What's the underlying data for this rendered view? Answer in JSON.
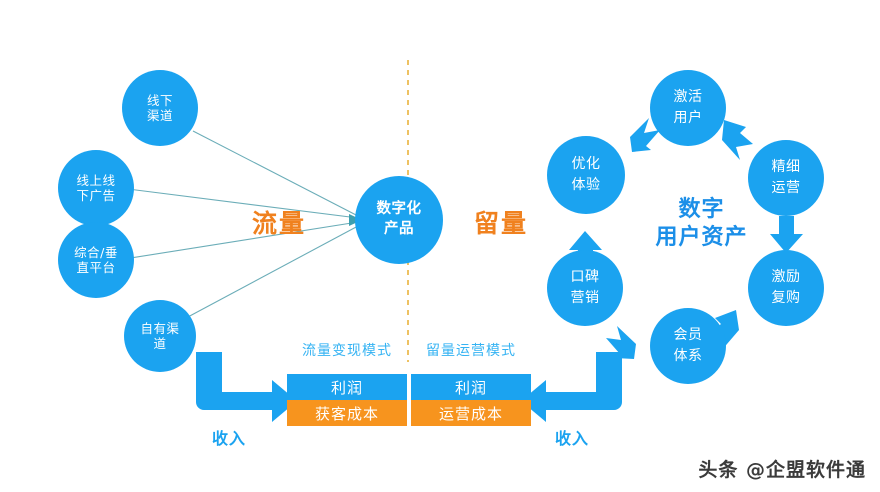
{
  "diagram": {
    "title_watermark": "头条 @企盟软件通",
    "divider": {
      "color": "#E9B33C",
      "style": "dashed-vertical"
    },
    "palette": {
      "blue": "#1BA3F0",
      "orange": "#F7941E",
      "flow_label_orange": "#F0811E",
      "line_teal": "#5AA9B5",
      "asset_blue": "#1C8FE8",
      "table_header_blue": "#35B3F3"
    },
    "left_section": {
      "flow_label": "流量",
      "source_nodes": [
        {
          "lines": [
            "线下",
            "渠道"
          ]
        },
        {
          "lines": [
            "线上线",
            "下广告"
          ]
        },
        {
          "lines": [
            "综合/垂",
            "直平台"
          ]
        },
        {
          "lines": [
            "自有渠",
            "道"
          ]
        }
      ]
    },
    "center_node": {
      "lines": [
        "数字化",
        "产品"
      ]
    },
    "right_section": {
      "flow_label": "留量",
      "asset_label": {
        "lines": [
          "数字",
          "用户资产"
        ]
      },
      "cycle_nodes": [
        {
          "lines": [
            "激活",
            "用户"
          ]
        },
        {
          "lines": [
            "精细",
            "运营"
          ]
        },
        {
          "lines": [
            "激励",
            "复购"
          ]
        },
        {
          "lines": [
            "会员",
            "体系"
          ]
        },
        {
          "lines": [
            "口碑",
            "营销"
          ]
        },
        {
          "lines": [
            "优化",
            "体验"
          ]
        }
      ]
    },
    "table": {
      "headers": [
        "流量变现模式",
        "留量运营模式"
      ],
      "rows": [
        {
          "type": "profit",
          "cells": [
            "利润",
            "利润"
          ]
        },
        {
          "type": "cost",
          "cells": [
            "获客成本",
            "运营成本"
          ]
        }
      ]
    },
    "income_labels": {
      "left": "收入",
      "right": "收入"
    }
  }
}
